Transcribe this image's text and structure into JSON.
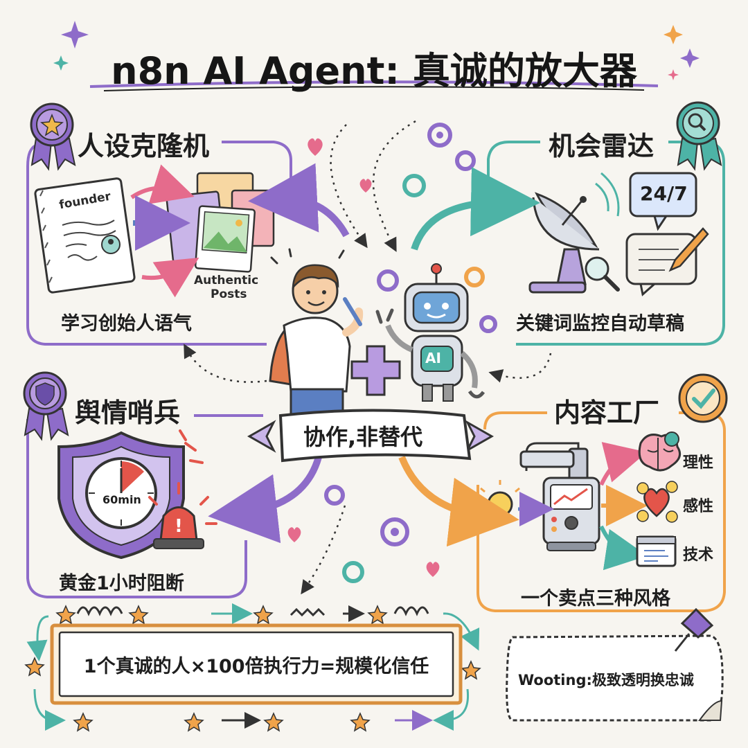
{
  "title": "n8n AI Agent: 真诚的放大器",
  "center_banner": "协作,非替代",
  "robot_label": "AI",
  "sections": {
    "persona": {
      "title": "人设克隆机",
      "caption": "学习创始人语气",
      "notebook_word": "founder",
      "posts_label_1": "Authentic",
      "posts_label_2": "Posts"
    },
    "radar": {
      "title": "机会雷达",
      "caption": "关键词监控自动草稿",
      "badge_text": "24/7"
    },
    "sentinel": {
      "title": "舆情哨兵",
      "caption": "黄金1小时阻断",
      "timer_text": "60min",
      "alarm_symbol": "!"
    },
    "factory": {
      "title": "内容工厂",
      "caption": "一个卖点三种风格",
      "styles": [
        "理性",
        "感性",
        "技术"
      ]
    }
  },
  "bottom_formula": "1个真诚的人×100倍执行力=规模化信任",
  "note": "Wooting:极致透明换忠诚",
  "colors": {
    "purple": "#8e6cc9",
    "teal": "#4db3a6",
    "orange": "#f0a34a",
    "pink": "#e56b8c",
    "blue": "#5b7fc2",
    "red": "#e3554a"
  }
}
